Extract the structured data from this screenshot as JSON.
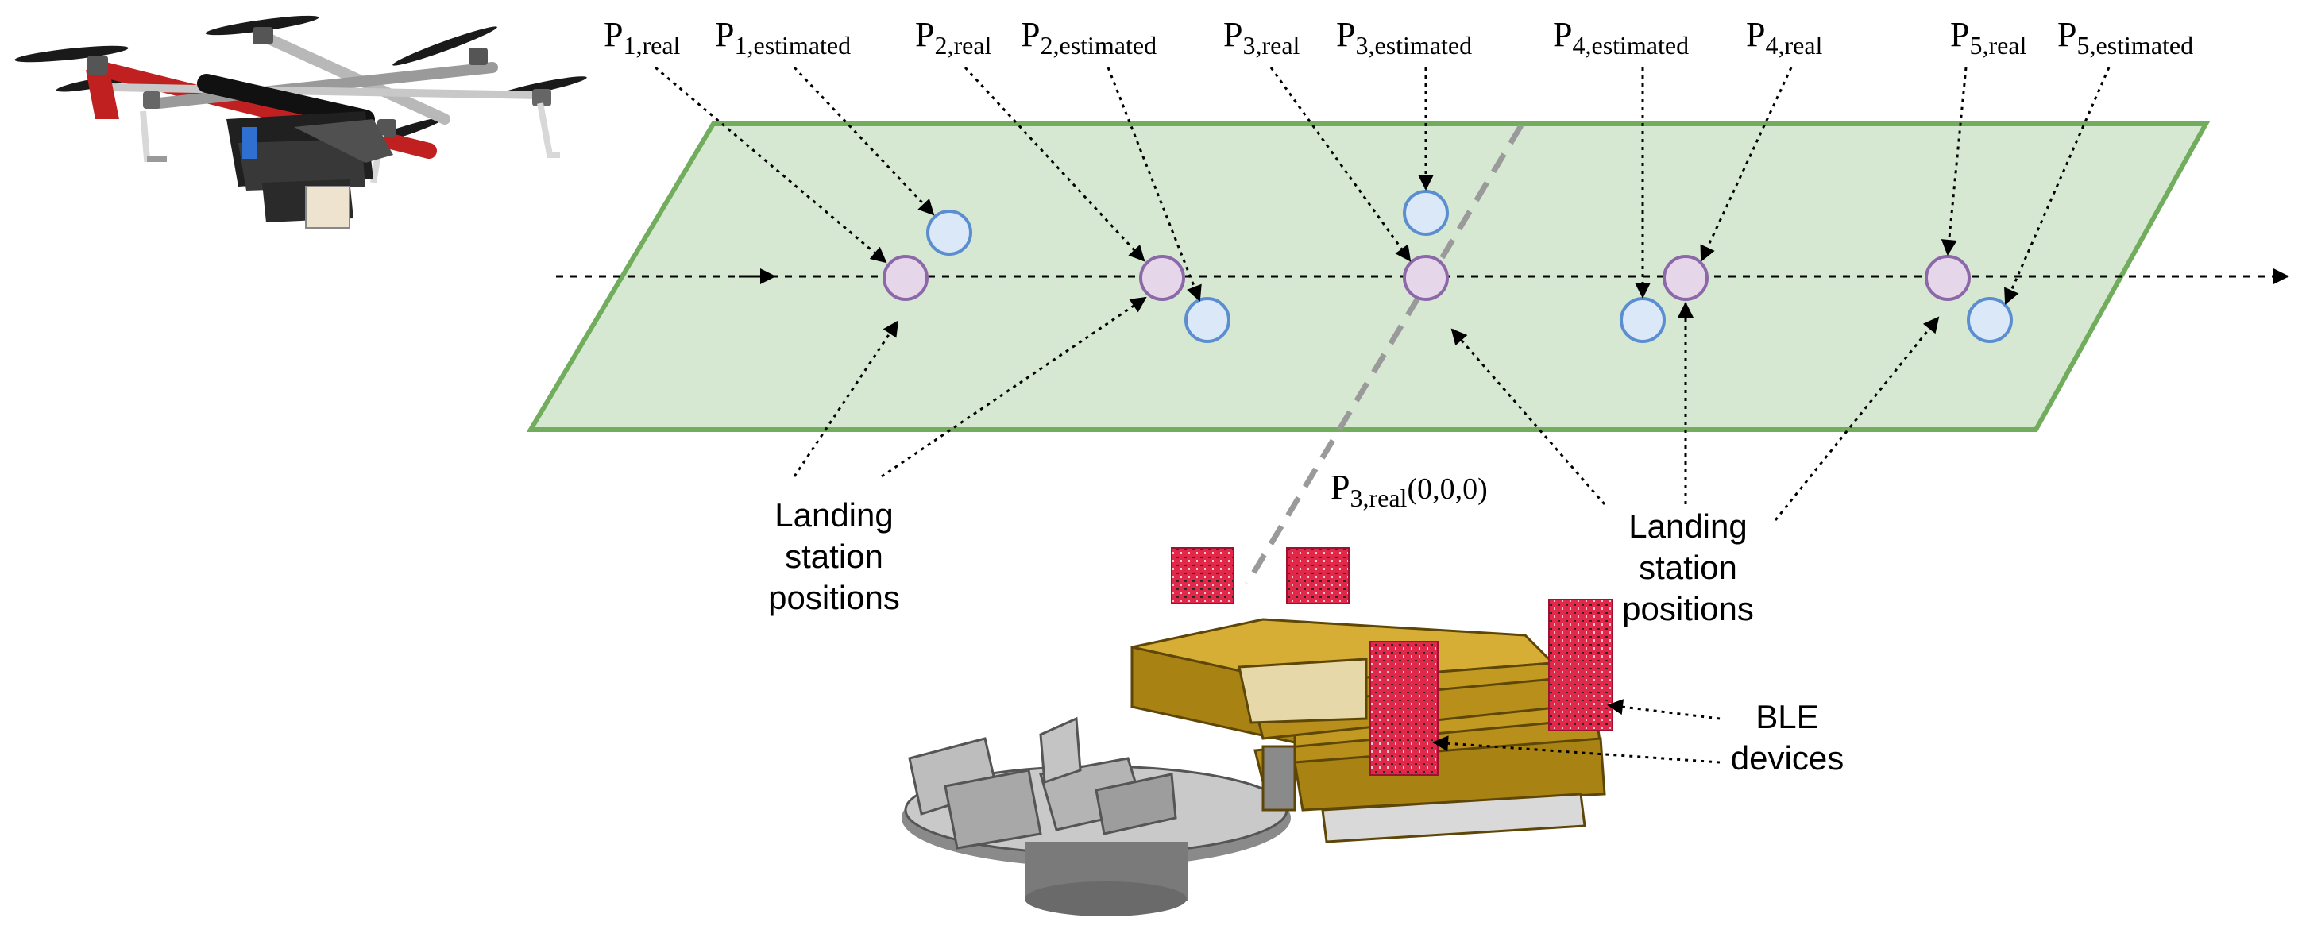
{
  "points": [
    {
      "id": "p1",
      "real_label": {
        "base": "P",
        "sub": "1,real"
      },
      "estimated_label": {
        "base": "P",
        "sub": "1,estimated"
      }
    },
    {
      "id": "p2",
      "real_label": {
        "base": "P",
        "sub": "2,real"
      },
      "estimated_label": {
        "base": "P",
        "sub": "2,estimated"
      }
    },
    {
      "id": "p3",
      "real_label": {
        "base": "P",
        "sub": "3,real"
      },
      "estimated_label": {
        "base": "P",
        "sub": "3,estimated"
      }
    },
    {
      "id": "p4",
      "real_label": {
        "base": "P",
        "sub": "4,real"
      },
      "estimated_label": {
        "base": "P",
        "sub": "4,estimated"
      }
    },
    {
      "id": "p5",
      "real_label": {
        "base": "P",
        "sub": "5,real"
      },
      "estimated_label": {
        "base": "P",
        "sub": "5,estimated"
      }
    }
  ],
  "origin_label": {
    "base": "P",
    "sub": "3,real",
    "suffix": "(0,0,0)"
  },
  "landing_label_left": [
    "Landing",
    "station",
    "positions"
  ],
  "landing_label_right": [
    "Landing",
    "station",
    "positions"
  ],
  "ble_label": [
    "BLE",
    "devices"
  ],
  "colors": {
    "plane_fill": "#d6e8d2",
    "plane_stroke": "#72ac5d",
    "real_fill": "#e6d6ea",
    "real_stroke": "#8c68a8",
    "estimated_fill": "#dae8f7",
    "estimated_stroke": "#5b8ed1",
    "gold": "#c29a22",
    "gold_dark": "#8c6a10",
    "board_red": "#e0294a",
    "drone_red": "#c0201f",
    "gray_dashed": "#9a9a9a"
  }
}
